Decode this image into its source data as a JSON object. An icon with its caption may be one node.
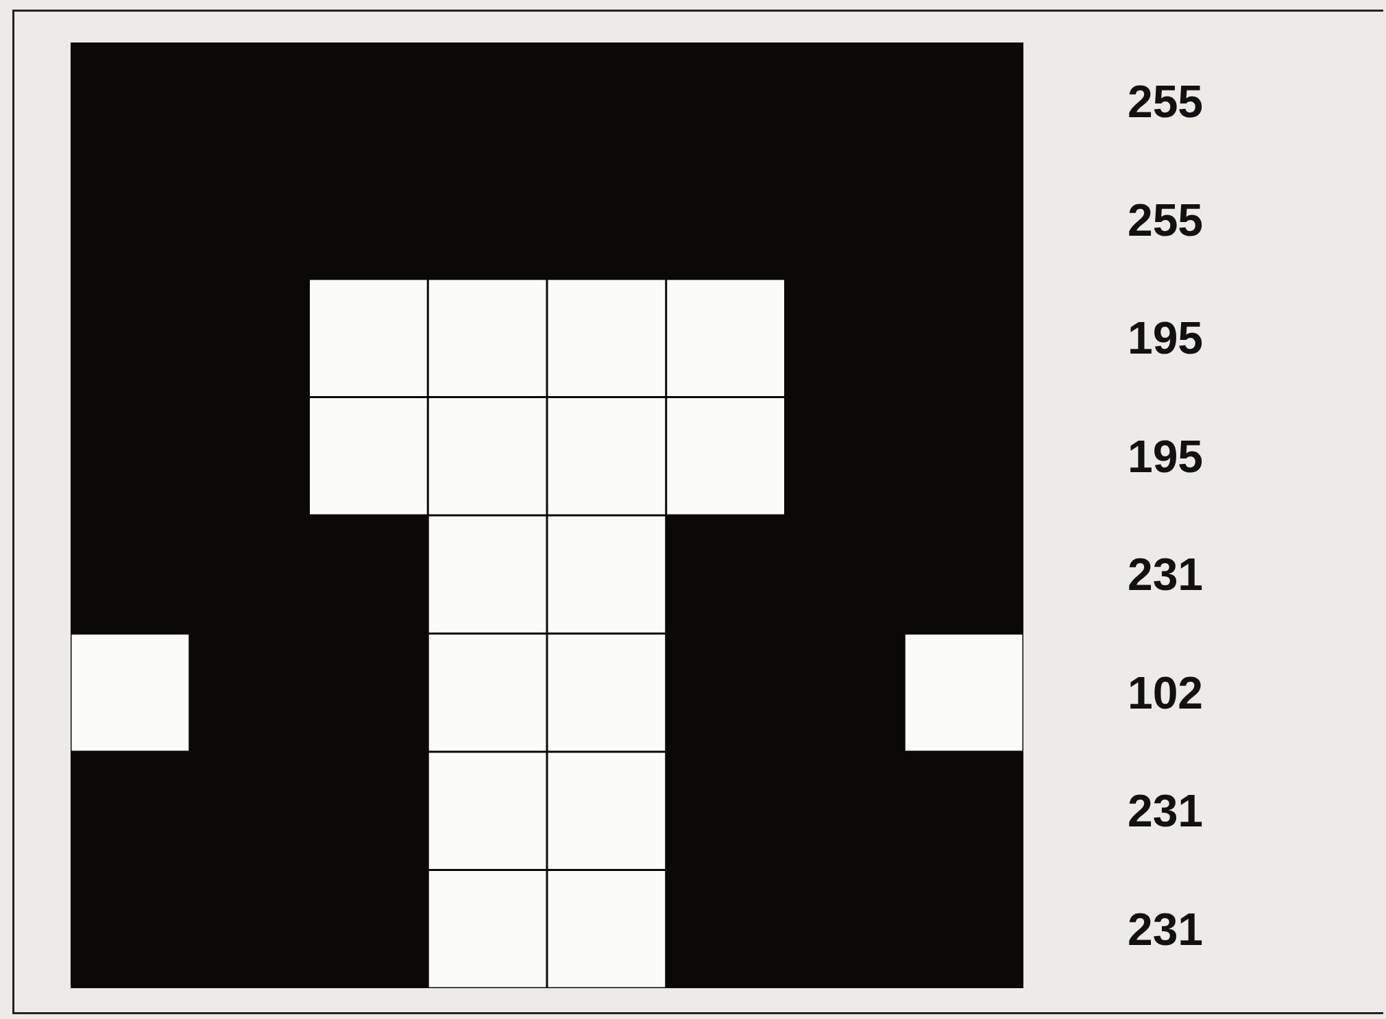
{
  "diagram": {
    "labels": [
      "255",
      "255",
      "195",
      "195",
      "231",
      "102",
      "231",
      "231"
    ]
  }
}
